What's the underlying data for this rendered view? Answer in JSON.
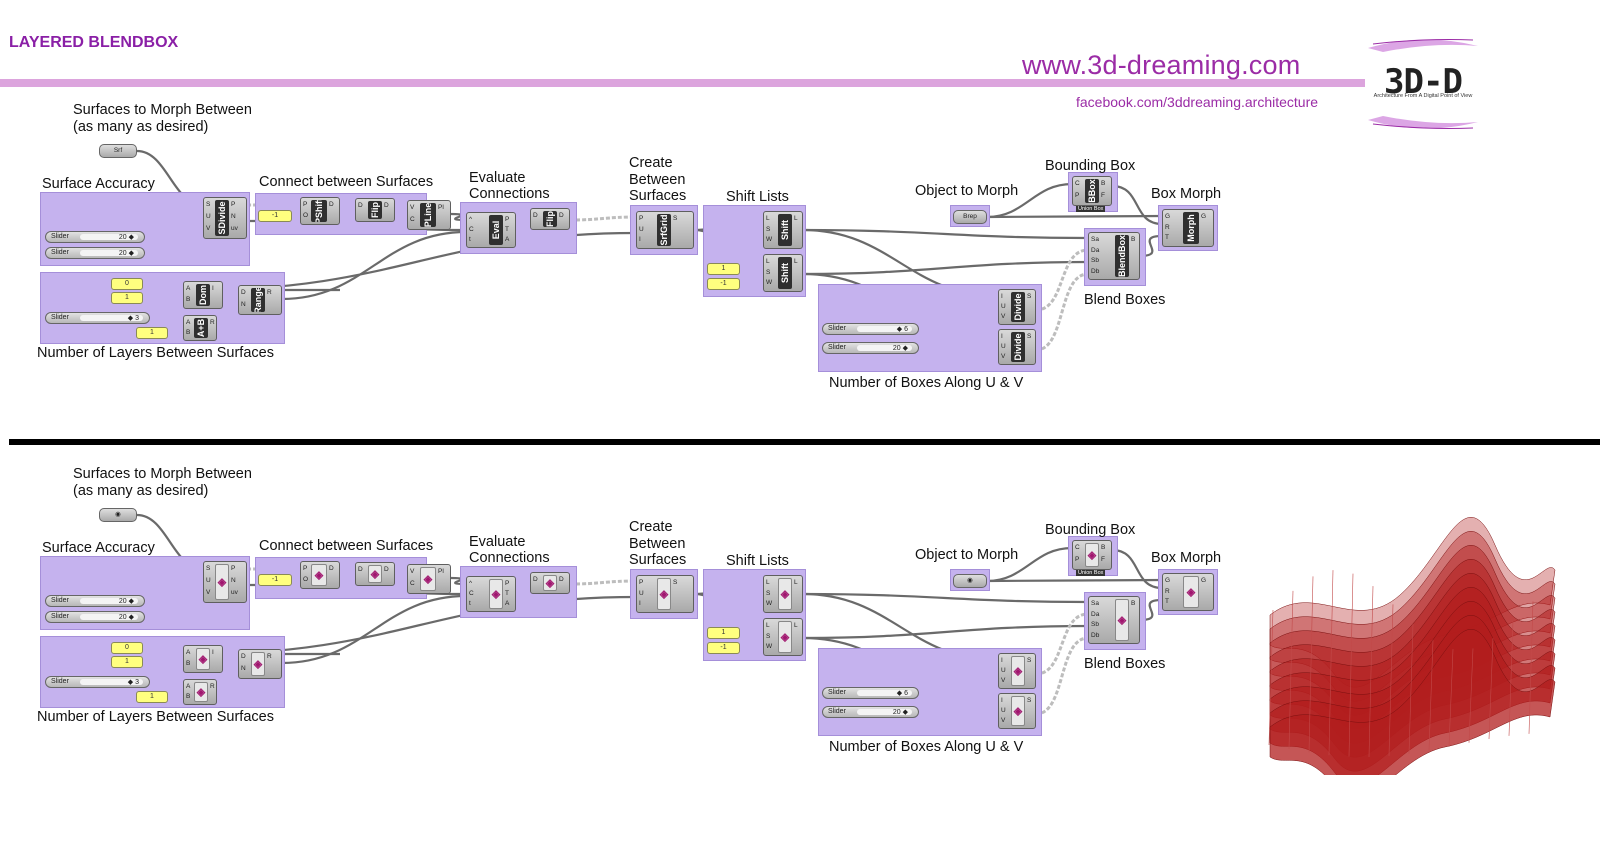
{
  "header": {
    "title": "LAYERED BLENDBOX",
    "website": "www.3d-dreaming.com",
    "facebook": "facebook.com/3ddreaming.architecture",
    "logo_text": "3D-D",
    "logo_tagline": "Architecture From A Digital Point of View"
  },
  "labels": {
    "surfaces_to_morph": "Surfaces to Morph Between",
    "as_many": "(as many as desired)",
    "surface_accuracy": "Surface Accuracy",
    "connect_between": "Connect between Surfaces",
    "evaluate": "Evaluate",
    "connections": "Connections",
    "create": "Create",
    "between": "Between",
    "surfaces": "Surfaces",
    "shift_lists": "Shift Lists",
    "object_to_morph": "Object to Morph",
    "bounding_box": "Bounding Box",
    "box_morph": "Box Morph",
    "blend_boxes": "Blend Boxes",
    "num_boxes": "Number of Boxes Along U & V",
    "num_layers": "Number of Layers Between Surfaces"
  },
  "components": {
    "sdivide": "SDivide",
    "pshift": "PShift",
    "flip": "Flip",
    "pline": "PLine",
    "eval": "Eval",
    "srfgrid": "SrfGrid",
    "shift": "Shift",
    "bbox": "BBox",
    "morph": "Morph",
    "blendbox": "BlendBox",
    "divide": "Divide",
    "dom": "Dom",
    "range": "Range",
    "aplusb": "A+B",
    "union_box": "Union Box"
  },
  "params": {
    "srf": "Srf",
    "brep": "Brep",
    "slider": "Slider"
  },
  "values": {
    "accuracy_u": "20 ◆",
    "accuracy_v": "20 ◆",
    "layers": "◆ 3",
    "boxes_u": "◆ 6",
    "boxes_v": "20 ◆",
    "shift_panel": "-1",
    "dom_a": "0",
    "dom_b": "1",
    "add_b": "1",
    "shift_a": "1",
    "shift_b": "-1"
  },
  "icons": {
    "main": "domain-icon",
    "surface_param": "surface-param-icon",
    "brep_param": "brep-param-icon",
    "result": "red-layered-morphed-boxes-3d-preview"
  },
  "colors": {
    "accent": "#8a1fa6",
    "group": "#c5b2ee",
    "panel": "#ffff7f",
    "wire": "#6a6a6a",
    "model": "#b21d1d"
  }
}
